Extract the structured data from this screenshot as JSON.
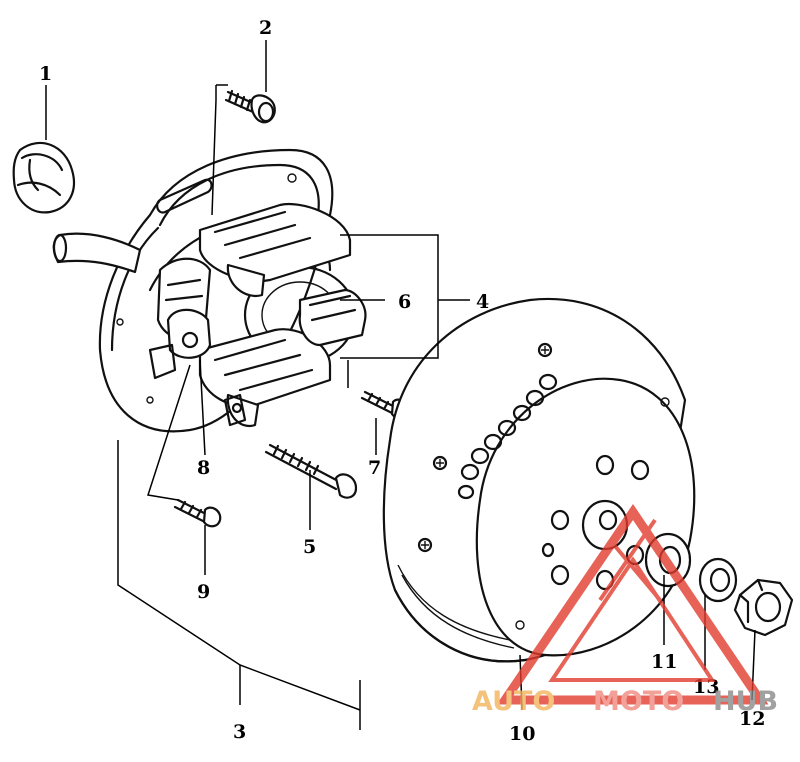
{
  "diagram": {
    "callouts": [
      {
        "id": "1",
        "label": "1"
      },
      {
        "id": "2",
        "label": "2"
      },
      {
        "id": "3",
        "label": "3"
      },
      {
        "id": "4",
        "label": "4"
      },
      {
        "id": "5",
        "label": "5"
      },
      {
        "id": "6",
        "label": "6"
      },
      {
        "id": "7",
        "label": "7"
      },
      {
        "id": "8",
        "label": "8"
      },
      {
        "id": "9",
        "label": "9"
      },
      {
        "id": "10",
        "label": "10"
      },
      {
        "id": "11",
        "label": "11"
      },
      {
        "id": "12",
        "label": "12"
      },
      {
        "id": "13",
        "label": "13"
      }
    ]
  },
  "watermark": {
    "part1": "AUTO",
    "part2": "MOTO",
    "part3": "HUB",
    "colors": {
      "auto": "#f2b35a",
      "moto": "#f08a80",
      "hub": "#8a8a8a",
      "triangle": "#e23b2e"
    }
  }
}
